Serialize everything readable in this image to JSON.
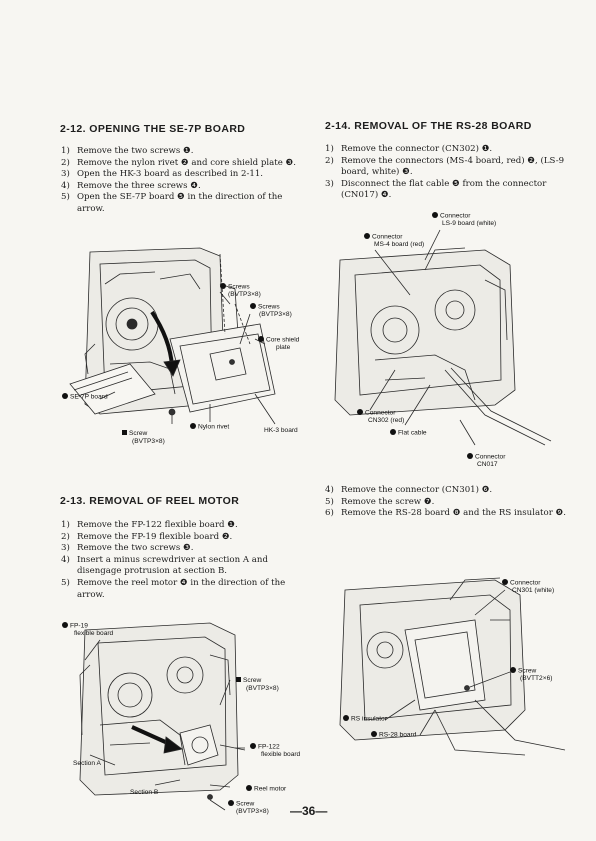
{
  "s212": {
    "title": "2-12. OPENING THE SE-7P BOARD",
    "steps": [
      {
        "num": "1)",
        "text": "Remove the two screws ❶."
      },
      {
        "num": "2)",
        "text": "Remove the nylon rivet ❷ and core shield plate ❸."
      },
      {
        "num": "3)",
        "text": "Open the HK-3 board as described in 2-11."
      },
      {
        "num": "4)",
        "text": "Remove the three screws ❹."
      },
      {
        "num": "5)",
        "text": "Open the SE-7P board ❺ in the direction of the arrow."
      }
    ],
    "labels": {
      "screws_a": "Screws",
      "screws_a_spec": "(BVTP3×8)",
      "screws_b": "Screws",
      "screws_b_spec": "(BVTP3×8)",
      "core_shield": "Core shield",
      "core_shield_2": "plate",
      "se7p": "SE-7P board",
      "screw": "Screw",
      "screw_spec": "(BVTP3×8)",
      "nylon_rivet": "Nylon rivet",
      "hk3": "HK-3 board"
    }
  },
  "s213": {
    "title": "2-13. REMOVAL OF REEL MOTOR",
    "steps": [
      {
        "num": "1)",
        "text": "Remove the FP-122 flexible board ❶."
      },
      {
        "num": "2)",
        "text": "Remove the FP-19 flexible board ❷."
      },
      {
        "num": "3)",
        "text": "Remove the two screws ❸."
      },
      {
        "num": "4)",
        "text": "Insert a minus screwdriver at section A and disengage protrusion at section B."
      },
      {
        "num": "5)",
        "text": "Remove the reel motor ❹ in the direction of the arrow."
      }
    ],
    "labels": {
      "fp19": "FP-19",
      "fp19_2": "flexible board",
      "screw": "Screw",
      "screw_spec": "(BVTP3×8)",
      "fp122": "FP-122",
      "fp122_2": "flexible board",
      "section_a": "Section A",
      "section_b": "Section B",
      "reel_motor": "Reel motor",
      "screw_b": "Screw",
      "screw_b_spec": "(BVTP3×8)"
    }
  },
  "s214": {
    "title": "2-14. REMOVAL OF THE RS-28 BOARD",
    "steps": [
      {
        "num": "1)",
        "text": "Remove the connector (CN302) ❶."
      },
      {
        "num": "2)",
        "text": "Remove the connectors (MS-4 board, red) ❷, (LS-9 board, white) ❸."
      },
      {
        "num": "3)",
        "text": "Disconnect the flat cable ❺ from the connector (CN017) ❹."
      }
    ],
    "steps2": [
      {
        "num": "4)",
        "text": "Remove the connector (CN301) ❻."
      },
      {
        "num": "5)",
        "text": "Remove the screw ❼."
      },
      {
        "num": "6)",
        "text": "Remove the RS-28 board ❽ and the RS insulator ❾."
      }
    ],
    "labels": {
      "conn_ls9": "Connector",
      "conn_ls9_2": "LS-9 board (white)",
      "conn_ms4": "Connector",
      "conn_ms4_2": "MS-4 board (red)",
      "conn_cn302": "Connector",
      "conn_cn302_2": "CN302 (red)",
      "flat_cable": "Flat cable",
      "conn_cn017": "Connector",
      "conn_cn017_2": "CN017",
      "conn_cn301": "Connector",
      "conn_cn301_2": "CN301 (white)",
      "screw": "Screw",
      "screw_spec": "(BVTT2×6)",
      "rs_insulator": "RS insulator",
      "rs28": "RS-28 board"
    }
  },
  "page_number": "—36—"
}
